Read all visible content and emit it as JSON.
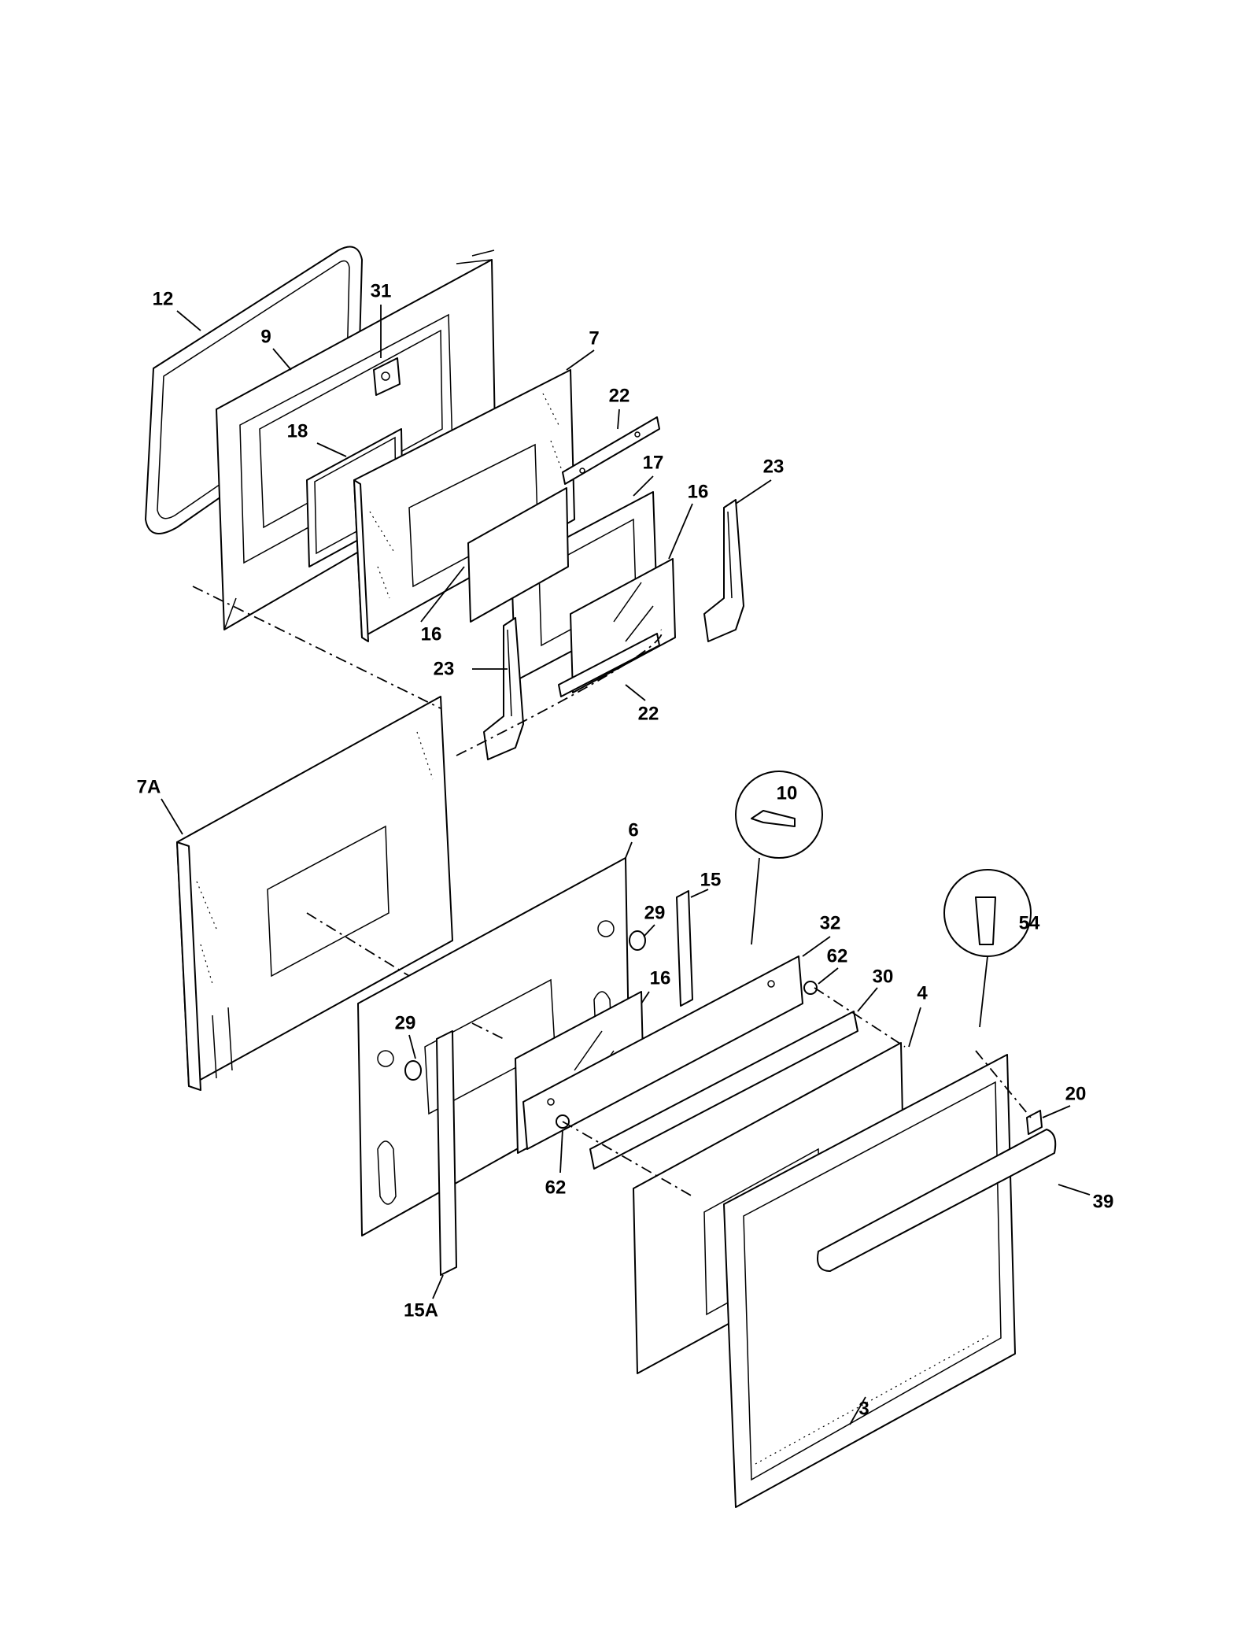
{
  "callouts": {
    "p12": "12",
    "p31": "31",
    "p9": "9",
    "p7": "7",
    "p22a": "22",
    "p18": "18",
    "p17": "17",
    "p23a": "23",
    "p16a": "16",
    "p16b": "16",
    "p23b": "23",
    "p22b": "22",
    "p10": "10",
    "p7A": "7A",
    "p6": "6",
    "p15": "15",
    "p29a": "29",
    "p32": "32",
    "p54": "54",
    "p62a": "62",
    "p30": "30",
    "p16c": "16",
    "p4": "4",
    "p29b": "29",
    "p20": "20",
    "p62b": "62",
    "p39": "39",
    "p15A": "15A",
    "p3": "3"
  },
  "colors": {
    "line": "#000000",
    "background": "#ffffff"
  }
}
